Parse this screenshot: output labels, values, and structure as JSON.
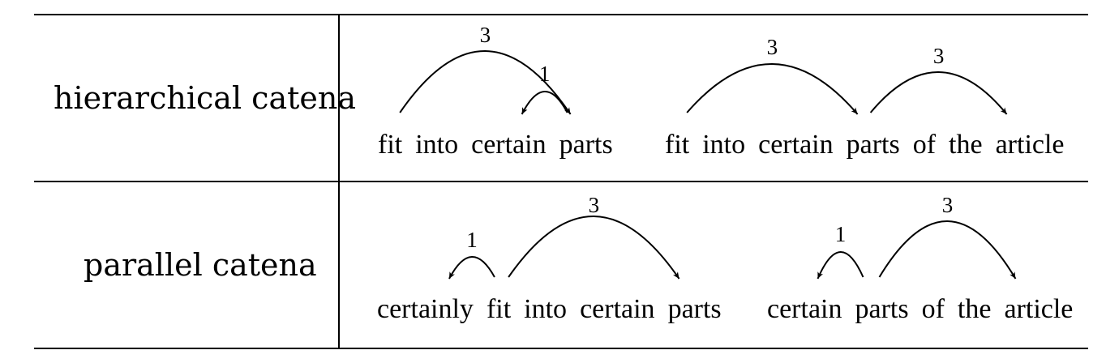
{
  "rows": [
    {
      "label": "hierarchical catena",
      "examples": [
        {
          "words": [
            "fit",
            "into",
            "certain",
            "parts"
          ],
          "arcs": [
            {
              "label": "3",
              "from": "fit",
              "to": "parts"
            },
            {
              "label": "1",
              "from": "parts",
              "to": "certain"
            }
          ]
        },
        {
          "words": [
            "fit",
            "into",
            "certain",
            "parts",
            "of",
            "the",
            "article"
          ],
          "arcs": [
            {
              "label": "3",
              "from": "fit",
              "to": "parts"
            },
            {
              "label": "3",
              "from": "parts",
              "to": "article"
            }
          ]
        }
      ]
    },
    {
      "label": "parallel catena",
      "examples": [
        {
          "words": [
            "certainly",
            "fit",
            "into",
            "certain",
            "parts"
          ],
          "arcs": [
            {
              "label": "1",
              "from": "fit",
              "to": "certainly"
            },
            {
              "label": "3",
              "from": "fit",
              "to": "parts"
            }
          ]
        },
        {
          "words": [
            "certain",
            "parts",
            "of",
            "the",
            "article"
          ],
          "arcs": [
            {
              "label": "1",
              "from": "parts",
              "to": "certain"
            },
            {
              "label": "3",
              "from": "parts",
              "to": "article"
            }
          ]
        }
      ]
    }
  ]
}
